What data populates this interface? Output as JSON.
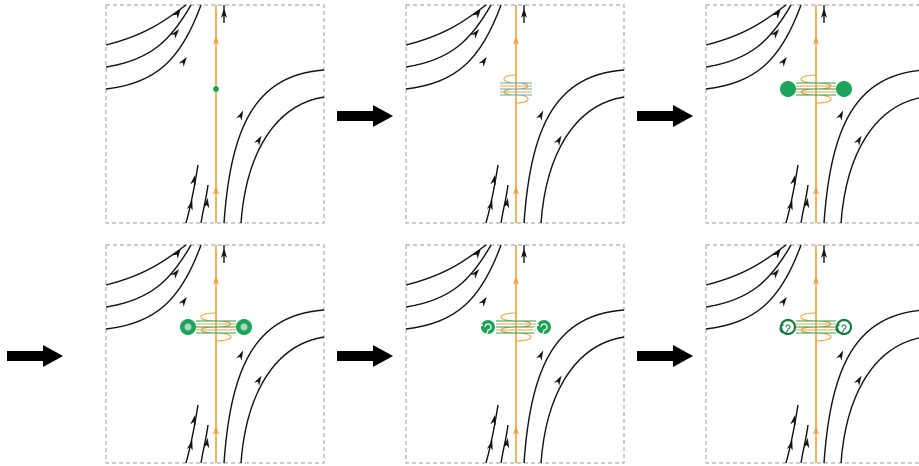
{
  "figure": {
    "description": "",
    "colors": {
      "background": "#ffffff",
      "frame": "#9a9a9a",
      "flow_line": "#111111",
      "axis": "#f2a03d",
      "sheet_blue": "#41b4c8",
      "vortex": "#1fa35a",
      "vortex_dark": "#167a43",
      "vortex_core": "#a8d8c0",
      "arrow": "#000000"
    },
    "panels": [
      {
        "id": "p1",
        "stage": "point",
        "row": 1,
        "col": 1
      },
      {
        "id": "p2",
        "stage": "sheet",
        "row": 1,
        "col": 2
      },
      {
        "id": "p3",
        "stage": "vortices-solid",
        "row": 1,
        "col": 3
      },
      {
        "id": "p4",
        "stage": "vortices-cored",
        "row": 2,
        "col": 1
      },
      {
        "id": "p5",
        "stage": "vortices-spiral",
        "row": 2,
        "col": 2
      },
      {
        "id": "p6",
        "stage": "vortices-ring",
        "row": 2,
        "col": 3
      }
    ],
    "arrows": [
      {
        "id": "a1",
        "icon": "right-arrow-icon"
      },
      {
        "id": "a2",
        "icon": "right-arrow-icon"
      },
      {
        "id": "a3",
        "icon": "right-arrow-icon"
      },
      {
        "id": "a4",
        "icon": "right-arrow-icon"
      },
      {
        "id": "a5",
        "icon": "right-arrow-icon"
      }
    ]
  }
}
